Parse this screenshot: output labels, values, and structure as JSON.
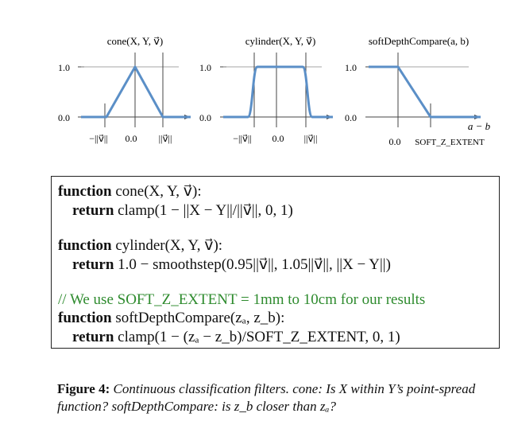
{
  "plots": [
    {
      "title": "cone(X,Y,⃗v)",
      "title_display": "cone(X, Y, v⃗)",
      "y_ticks": [
        "1.0",
        "0.0"
      ],
      "x_ticks": [
        "−||v⃗||",
        "0.0",
        "||v⃗||"
      ],
      "color": "#5b8fc7"
    },
    {
      "title_display": "cylinder(X, Y, v⃗)",
      "y_ticks": [
        "1.0",
        "0.0"
      ],
      "x_ticks": [
        "−||v⃗||",
        "0.0",
        "||v⃗||"
      ],
      "color": "#5b8fc7"
    },
    {
      "title_display": "softDepthCompare(a, b)",
      "y_ticks": [
        "1.0",
        "0.0"
      ],
      "x_axis_label": "a − b",
      "x_ticks": [
        "0.0",
        "SOFT_Z_EXTENT"
      ],
      "color": "#5b8fc7"
    }
  ],
  "code": {
    "line1_kw": "function",
    "line1_rest": " cone(X, Y, v⃗):",
    "line2_kw": "return",
    "line2_rest": " clamp(1 − ||X − Y||/||v⃗||, 0, 1)",
    "line3_kw": "function",
    "line3_rest": " cylinder(X, Y, v⃗):",
    "line4_kw": "return",
    "line4_rest": " 1.0 − smoothstep(0.95||v⃗||, 1.05||v⃗||, ||X − Y||)",
    "comment": "// We use SOFT_Z_EXTENT = 1mm to 10cm for our results",
    "line6_kw": "function",
    "line6_rest": " softDepthCompare(zₐ, z_b):",
    "line7_kw": "return",
    "line7_rest": " clamp(1 − (zₐ − z_b)/SOFT_Z_EXTENT, 0, 1)"
  },
  "caption": {
    "label": "Figure 4:",
    "text": " Continuous classification filters. cone: Is X within Y’s point-spread function? softDepthCompare: is z_b closer than zₐ?"
  },
  "colors": {
    "curve": "#5b8fc7",
    "comment": "#2e8b2e",
    "axis": "#444444"
  }
}
